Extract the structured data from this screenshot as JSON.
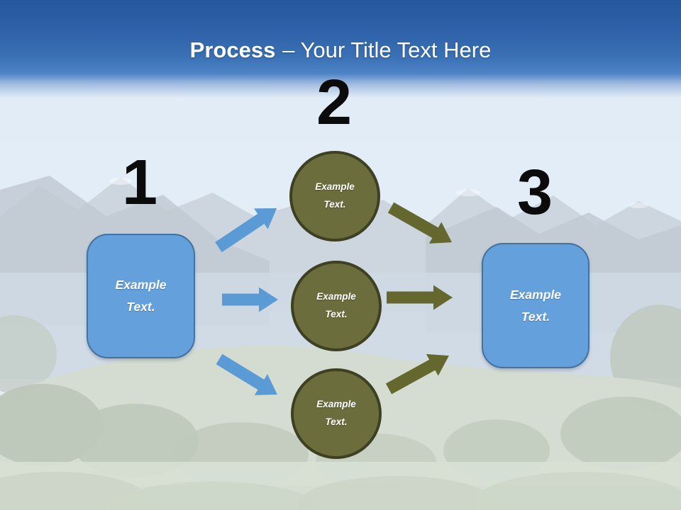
{
  "title": {
    "bold_text": "Process",
    "regular_text": "– Your Title Text Here"
  },
  "steps": [
    {
      "number": "1",
      "label": "Example Text."
    },
    {
      "number": "2",
      "circle_labels": [
        "Example Text.",
        "Example Text.",
        "Example Text."
      ]
    },
    {
      "number": "3",
      "label": "Example Text."
    }
  ],
  "icons": {
    "arrows_left_group": "blue-arrow-icons",
    "arrows_right_group": "olive-arrow-icons"
  },
  "colors": {
    "banner_top": "#27589f",
    "banner_bottom": "#4c84c6",
    "title_text": "#ffffff",
    "number_text": "#0b0b0b",
    "box_fill": "#63a0dc",
    "box_border": "#44729f",
    "circle_fill": "#6b6d3c",
    "circle_border": "#3e4121",
    "arrow_blue": "#5b9bd5",
    "arrow_olive": "#64682f"
  }
}
